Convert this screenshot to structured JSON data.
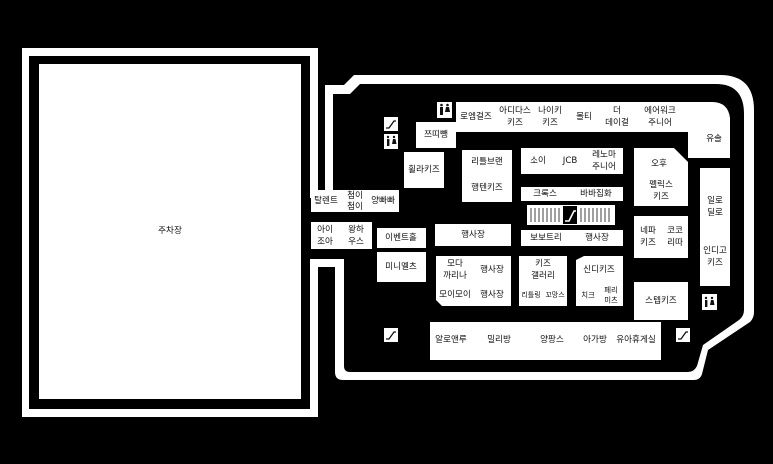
{
  "map": {
    "parking_label": "주차장",
    "stores": {
      "romelguls": "로엠걸즈",
      "adidas_kids": [
        "아디다스",
        "키즈"
      ],
      "nike_kids": [
        "나이키",
        "키즈"
      ],
      "molti": "몰티",
      "the_detail": [
        "더",
        "데이걸"
      ],
      "airwalk_junior": [
        "에어워크",
        "주니어"
      ],
      "yusol": "유솔",
      "jjeottibbang": "쯔띠뺑",
      "hullakids": "휠라키즈",
      "little_brand": "리틀브랜",
      "soi": "소이",
      "jcb": "JCB",
      "renoma_junior": [
        "레노마",
        "주니어"
      ],
      "ohhoo": "오후",
      "ilro_dilro": [
        "일로",
        "딜로"
      ],
      "happyten_kids": "행텐키즈",
      "crocs": "크록스",
      "babajipwha": "바바집화",
      "felix_kids": [
        "펠릭스",
        "키즈"
      ],
      "talent": "탈렌트",
      "chungi_chungi": [
        "첨이",
        "첨이"
      ],
      "yangppappa": "양빠빠",
      "aijoa": [
        "아이",
        "조아"
      ],
      "wanghouse": [
        "왕하",
        "우스"
      ],
      "event_hall": "이벤트홀",
      "event_venue_1": "행사장",
      "bobotry": "보보트리",
      "event_venue_2": "행사장",
      "nepa_kids": [
        "네파",
        "키즈"
      ],
      "kokori": [
        "코코",
        "리따"
      ],
      "indigo_kids": [
        "인디고",
        "키즈"
      ],
      "minimelts": "미니멜츠",
      "moda_kkarina": [
        "모다",
        "까리나"
      ],
      "event_venue_3": "행사장",
      "kids_gallery": [
        "키즈",
        "갤러리"
      ],
      "cindy_kids": "신디키즈",
      "moimoi": "모이모이",
      "event_venue_4": "행사장",
      "ritlring": "리틀링",
      "kkomangs": "꼬망스",
      "chic": "치크",
      "perry_mitch": [
        "페리",
        "미츠"
      ],
      "step_kids": "스텝키즈",
      "allo_anew": "알로앤루",
      "millibang": "밀리방",
      "yangpangs": "양팡스",
      "agabang": "아가방",
      "nursing_room": "유아휴게실"
    },
    "icons": [
      "restroom-icon",
      "escalator-icon",
      "restroom-icon",
      "escalator-icon",
      "restroom-icon",
      "escalator-icon",
      "escalator-icon"
    ]
  }
}
